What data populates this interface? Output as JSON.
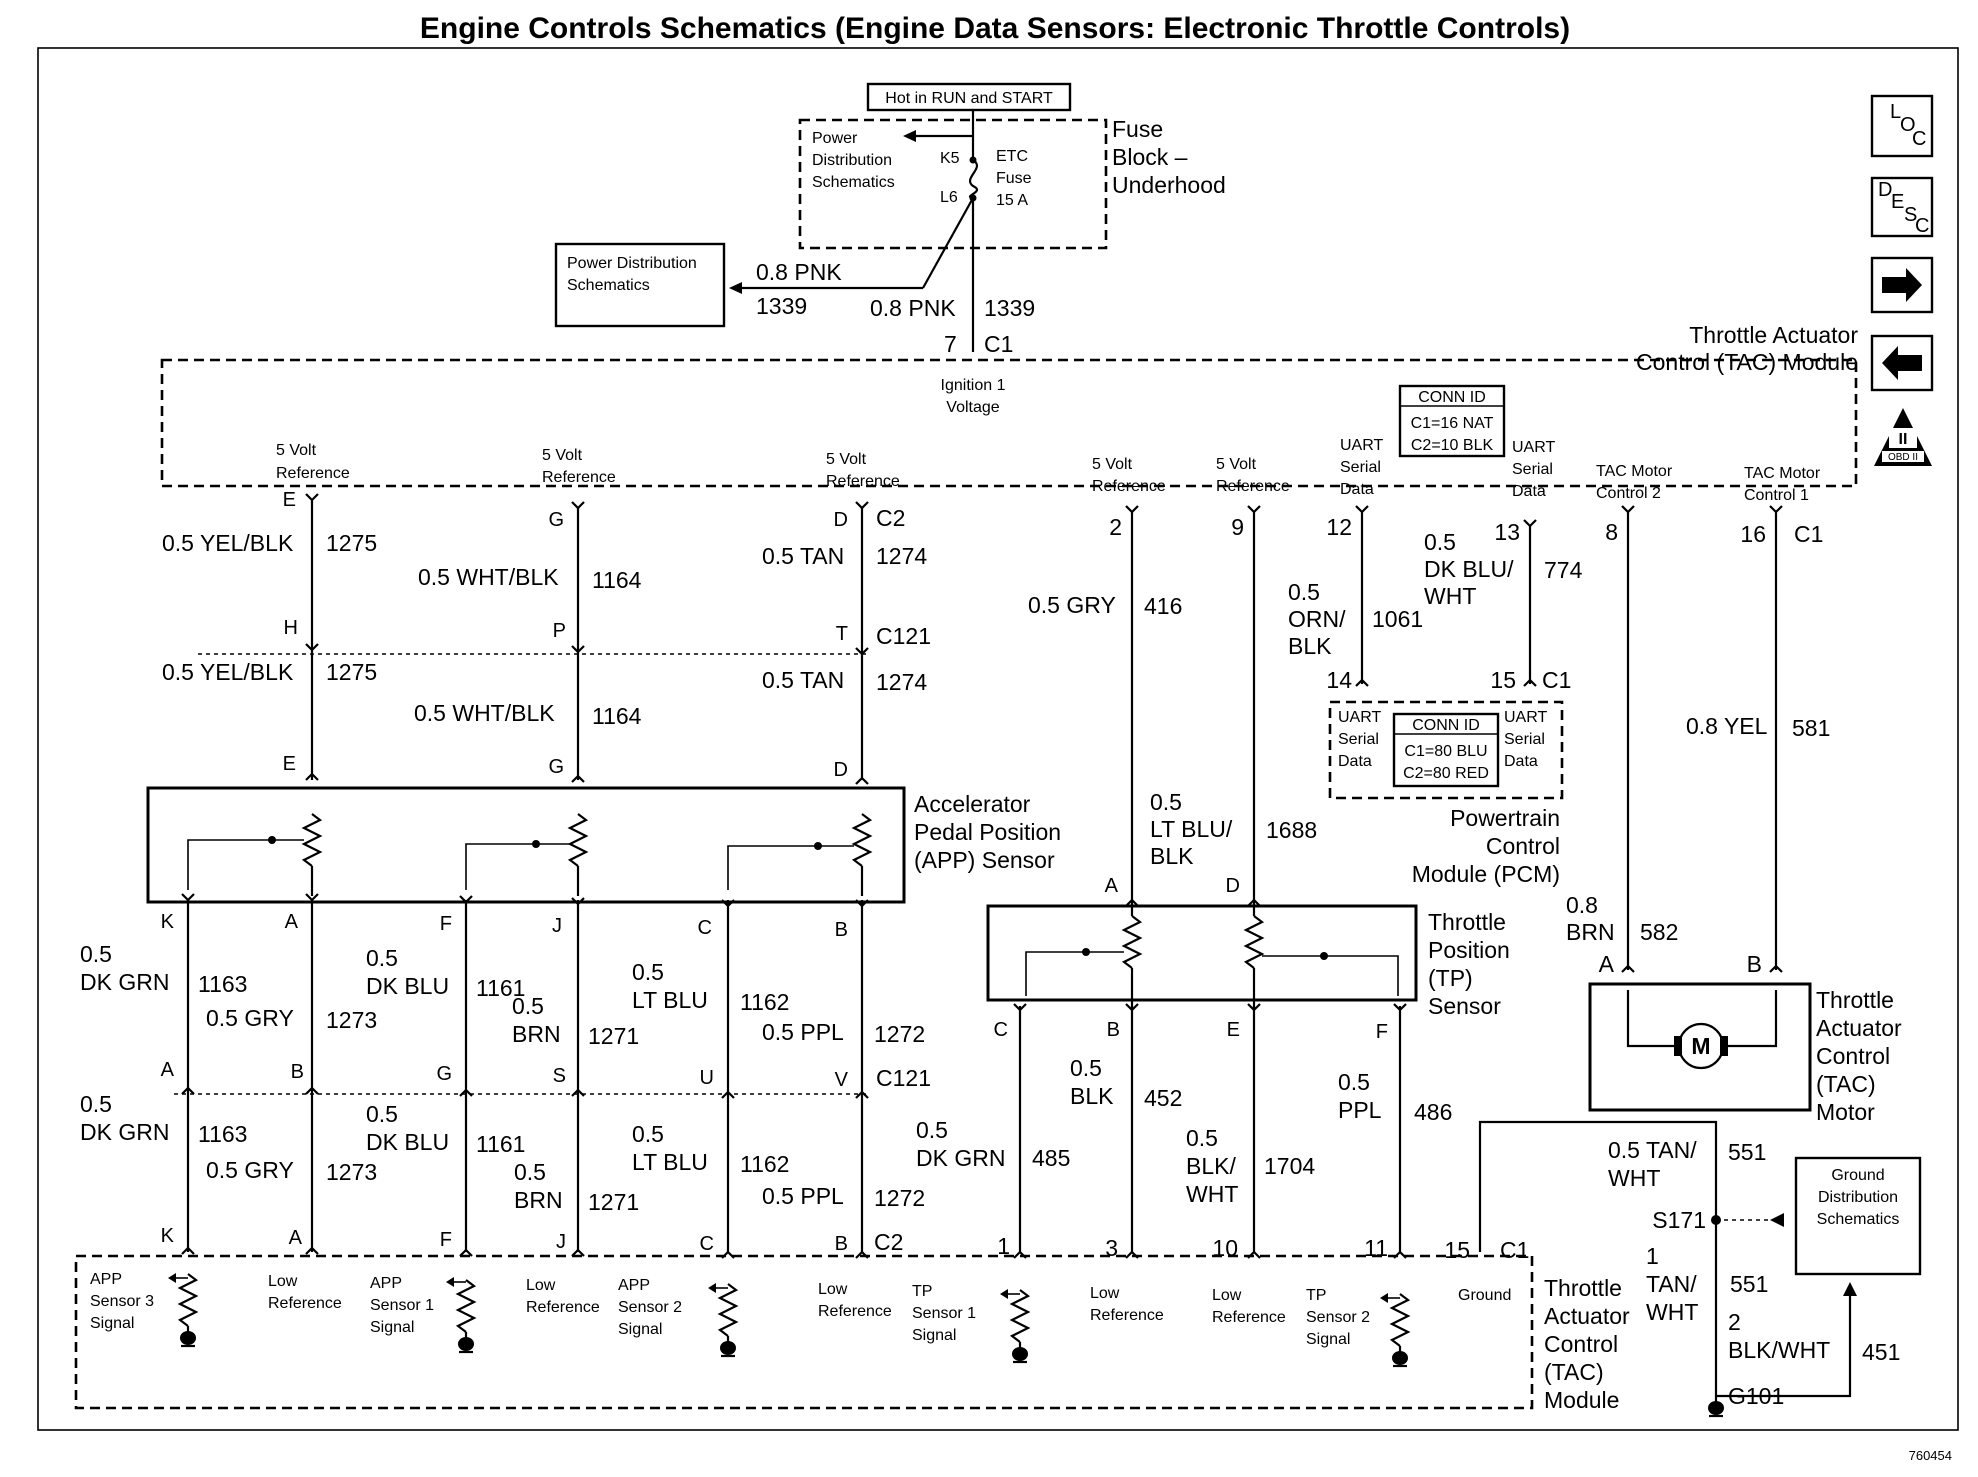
{
  "title": "Engine Controls Schematics (Engine Data Sensors: Electronic Throttle Controls)",
  "figure_id": "760454",
  "nav": {
    "loc": "LOC",
    "desc": "DESC",
    "next_icon": "arrow-right-icon",
    "prev_icon": "arrow-left-icon",
    "obd": "OBD II"
  },
  "fuse_block": {
    "hot_label": "Hot in RUN and START",
    "name": [
      "Fuse",
      "Block –",
      "Underhood"
    ],
    "pds": [
      "Power",
      "Distribution",
      "Schematics"
    ],
    "k5": "K5",
    "l6": "L6",
    "fuse": [
      "ETC",
      "Fuse",
      "15 A"
    ]
  },
  "pds_box": [
    "Power Distribution",
    "Schematics"
  ],
  "ign_wires": {
    "left_gauge": "0.8 PNK",
    "left_num": "1339",
    "right_gauge": "0.8 PNK",
    "right_num": "1339",
    "pin": "7",
    "conn": "C1"
  },
  "tac_module_top": {
    "name": [
      "Throttle Actuator",
      "Control (TAC) Module"
    ],
    "ignition": [
      "Ignition 1",
      "Voltage"
    ],
    "ref": [
      "5 Volt",
      "Reference"
    ],
    "uart": [
      "UART",
      "Serial",
      "Data"
    ],
    "motor2": [
      "TAC Motor",
      "Control 2"
    ],
    "motor1": [
      "TAC Motor",
      "Control 1"
    ],
    "conn_id": [
      "CONN ID",
      "C1=16 NAT",
      "C2=10 BLK"
    ]
  },
  "pins_top": {
    "E": "E",
    "G": "G",
    "D": "D",
    "C2": "C2",
    "H": "H",
    "P": "P",
    "T": "T",
    "C121": "C121",
    "p2": "2",
    "p9": "9",
    "p12": "12",
    "p13": "13",
    "p8": "8",
    "p16": "16",
    "C1": "C1",
    "p14": "14",
    "p15": "15"
  },
  "wires_top": {
    "w1": "0.5 YEL/BLK",
    "n1": "1275",
    "w2": "0.5 WHT/BLK",
    "n2": "1164",
    "w3": "0.5 TAN",
    "n3": "1274",
    "w4": "0.5 GRY",
    "n4": "416",
    "w5": [
      "0.5",
      "ORN/",
      "BLK"
    ],
    "n5": "1061",
    "w6": [
      "0.5",
      "DK BLU/",
      "WHT"
    ],
    "n6": "774",
    "w7": "0.8 YEL",
    "n7": "581",
    "w8": [
      "0.5",
      "LT BLU/",
      "BLK"
    ],
    "n8": "1688",
    "w9": [
      "0.8",
      "BRN"
    ],
    "n9": "582"
  },
  "pcm": {
    "conn_id": [
      "CONN ID",
      "C1=80 BLU",
      "C2=80 RED"
    ],
    "uart": [
      "UART",
      "Serial",
      "Data"
    ],
    "name": [
      "Powertrain",
      "Control",
      "Module (PCM)"
    ]
  },
  "app_sensor": {
    "name": [
      "Accelerator",
      "Pedal Position",
      "(APP) Sensor"
    ]
  },
  "app_pins": {
    "K": "K",
    "A": "A",
    "F": "F",
    "J": "J",
    "C": "C",
    "B": "B",
    "G": "G",
    "S": "S",
    "U": "U",
    "V": "V",
    "C121": "C121",
    "C2": "C2"
  },
  "app_wires": [
    {
      "gauge": [
        "0.5",
        "DK GRN"
      ],
      "num": "1163"
    },
    {
      "gauge": [
        "0.5 GRY"
      ],
      "num": "1273"
    },
    {
      "gauge": [
        "0.5",
        "DK BLU"
      ],
      "num": "1161"
    },
    {
      "gauge": [
        "0.5",
        "BRN"
      ],
      "num": "1271"
    },
    {
      "gauge": [
        "0.5",
        "LT BLU"
      ],
      "num": "1162"
    },
    {
      "gauge": [
        "0.5 PPL"
      ],
      "num": "1272"
    }
  ],
  "tp_sensor": {
    "name": [
      "Throttle",
      "Position",
      "(TP)",
      "Sensor"
    ],
    "pins": {
      "A": "A",
      "D": "D",
      "C": "C",
      "B": "B",
      "E": "E",
      "F": "F"
    }
  },
  "tp_wires": [
    {
      "gauge": [
        "0.5",
        "DK GRN"
      ],
      "num": "485"
    },
    {
      "gauge": [
        "0.5",
        "BLK"
      ],
      "num": "452"
    },
    {
      "gauge": [
        "0.5",
        "BLK/",
        "WHT"
      ],
      "num": "1704"
    },
    {
      "gauge": [
        "0.5",
        "PPL"
      ],
      "num": "486"
    }
  ],
  "motor": {
    "name": [
      "Throttle",
      "Actuator",
      "Control",
      "(TAC)",
      "Motor"
    ],
    "symbol": "M",
    "pin_a": "A",
    "pin_b": "B"
  },
  "ground": {
    "w1": [
      "0.5 TAN/",
      "WHT"
    ],
    "n1": "551",
    "splice": "S171",
    "w2": [
      "1",
      "TAN/",
      "WHT"
    ],
    "n2": "551",
    "w3": [
      "2",
      "BLK/WHT"
    ],
    "n3": "451",
    "g": "G101",
    "gds": [
      "Ground",
      "Distribution",
      "Schematics"
    ]
  },
  "tac_module_bottom": {
    "pins": {
      "p1": "1",
      "p3": "3",
      "p10": "10",
      "p11": "11",
      "p15": "15",
      "C1": "C1"
    },
    "app3": [
      "APP",
      "Sensor 3",
      "Signal"
    ],
    "low": [
      "Low",
      "Reference"
    ],
    "app1": [
      "APP",
      "Sensor 1",
      "Signal"
    ],
    "app2": [
      "APP",
      "Sensor 2",
      "Signal"
    ],
    "tp1": [
      "TP",
      "Sensor 1",
      "Signal"
    ],
    "tp2": [
      "TP",
      "Sensor 2",
      "Signal"
    ],
    "ground": "Ground",
    "name": [
      "Throttle",
      "Actuator",
      "Control",
      "(TAC)",
      "Module"
    ]
  }
}
